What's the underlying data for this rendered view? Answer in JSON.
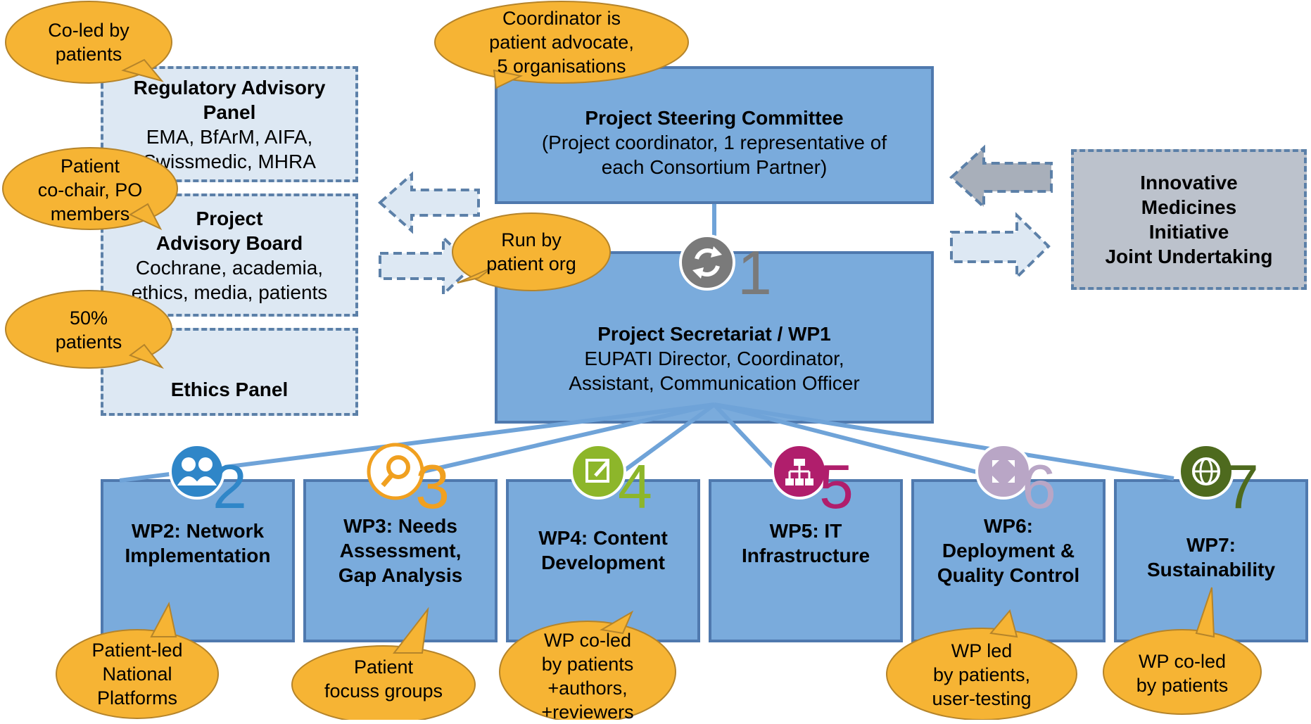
{
  "colors": {
    "box_fill": "#7aabdc",
    "box_border": "#4f79ae",
    "panel_fill": "#dde8f3",
    "imi_fill": "#bcc2cc",
    "bubble_fill": "#f6b434",
    "wp2": "#2f86c8",
    "wp3": "#f0a020",
    "wp4": "#8db62a",
    "wp5": "#b01e6c",
    "wp6": "#b9a6c6",
    "wp7": "#4e6a1e"
  },
  "panels": {
    "regulatory": {
      "title": [
        "Regulatory Advisory",
        "Panel"
      ],
      "lines": [
        "EMA, BfArM, AIFA,",
        "Swissmedic, MHRA"
      ]
    },
    "advisory": {
      "title": [
        "Project",
        "Advisory Board"
      ],
      "lines": [
        "Cochrane, academia,",
        "ethics, media, patients"
      ]
    },
    "ethics": {
      "title": [
        "Ethics Panel"
      ]
    }
  },
  "steering": {
    "title": "Project Steering Committee",
    "lines": [
      "(Project coordinator, 1 representative of",
      "each Consortium Partner)"
    ]
  },
  "secretariat": {
    "title": "Project  Secretariat / WP1",
    "lines": [
      "EUPATI  Director, Coordinator,",
      "Assistant, Communication Officer"
    ],
    "number": "1"
  },
  "imi": {
    "lines": [
      "Innovative",
      "Medicines",
      "Initiative",
      "Joint Undertaking"
    ]
  },
  "workpackages": [
    {
      "number": "2",
      "icon": "people-icon",
      "lines": [
        "WP2: Network",
        "Implementation"
      ]
    },
    {
      "number": "3",
      "icon": "magnifier-icon",
      "lines": [
        "WP3:  Needs",
        "Assessment,",
        "Gap Analysis"
      ]
    },
    {
      "number": "4",
      "icon": "edit-icon",
      "lines": [
        "WP4: Content",
        "Development"
      ]
    },
    {
      "number": "5",
      "icon": "sitemap-icon",
      "lines": [
        "WP5: IT",
        "Infrastructure"
      ]
    },
    {
      "number": "6",
      "icon": "expand-icon",
      "lines": [
        "WP6:",
        "Deployment &",
        "Quality Control"
      ]
    },
    {
      "number": "7",
      "icon": "globe-icon",
      "lines": [
        "WP7:",
        "Sustainability"
      ]
    }
  ],
  "bubbles": {
    "coled": [
      "Co-led by",
      "patients"
    ],
    "coordinator": [
      "Coordinator is",
      "patient advocate,",
      "5 organisations"
    ],
    "cochair": [
      "Patient",
      "co-chair, PO",
      "members"
    ],
    "runby": [
      "Run by",
      "patient org"
    ],
    "fifty": [
      "50%",
      "patients"
    ],
    "wp2": [
      "Patient-led",
      "National",
      "Platforms"
    ],
    "wp3": [
      "Patient",
      "focuss groups"
    ],
    "wp4": [
      "WP co-led",
      "by patients",
      "+authors,",
      "+reviewers"
    ],
    "wp6": [
      "WP led",
      "by patients,",
      "user-testing"
    ],
    "wp7": [
      "WP co-led",
      "by patients"
    ]
  }
}
